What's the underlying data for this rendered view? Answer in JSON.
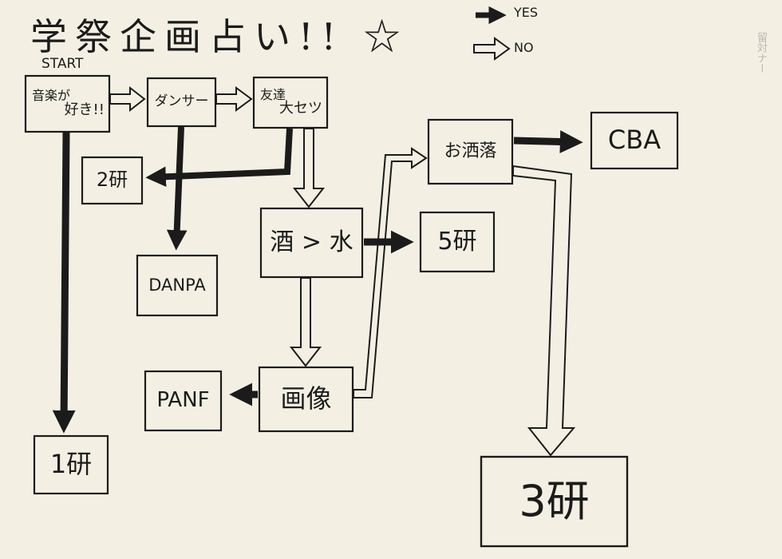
{
  "title": "学祭企画占い!! ☆",
  "legend": {
    "yes_label": "YES",
    "no_label": "NO"
  },
  "margin_note": "留対ナー",
  "nodes": {
    "start_label": "START",
    "music": {
      "line1": "音楽が",
      "line2": "好き!!"
    },
    "dancer": "ダンサー",
    "friends": {
      "line1": "友達",
      "line2": "大セツ"
    },
    "lab2": "2研",
    "danpa": "DANPA",
    "sake_water": "酒 > 水",
    "lab5": "5研",
    "fashion": "お洒落",
    "cba": "CBA",
    "image": "画像",
    "panf": "PANF",
    "lab1": "1研",
    "lab3": "3研"
  },
  "colors": {
    "paper": "#f3f0e3",
    "ink": "#1b1b1b"
  }
}
